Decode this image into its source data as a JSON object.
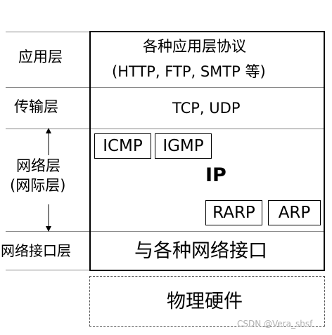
{
  "layers": [
    {
      "left": "应用层",
      "content_line1": "各种应用层协议",
      "content_line2": "(HTTP, FTP, SMTP 等)"
    },
    {
      "left": "传输层",
      "content_line1": "TCP, UDP"
    },
    {
      "left_line1": "网络层",
      "left_line2": "(网际层)",
      "content": "IP",
      "protocols": [
        "ICMP",
        "IGMP",
        "RARP",
        "ARP"
      ]
    },
    {
      "left": "网络接口层",
      "content": "与各种网络接口"
    }
  ],
  "physical": "物理硬件",
  "watermark": "CSDN @Vera_shsf"
}
